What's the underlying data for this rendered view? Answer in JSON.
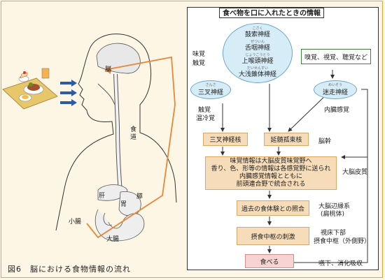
{
  "caption": "図6　脳における食物情報の流れ",
  "anatomy": {
    "brain": "脳",
    "esophagus": "食道",
    "liver": "肝",
    "stomach": "胃",
    "pancreas": "膵",
    "small_intestine": "小腸",
    "large_intestine": "大腸"
  },
  "panel": {
    "title": "食べ物を口に入れたときの情報",
    "taste_label_1": "味覚",
    "taste_label_2": "触覚",
    "cranial_nerves": [
      {
        "ruby": "こさく",
        "name": "鼓索神経"
      },
      {
        "ruby": "ぜついん",
        "name": "舌咽神経"
      },
      {
        "ruby": "じょうこうとう",
        "name": "上喉頭神経"
      },
      {
        "ruby": "だいせんすい",
        "name": "大浅錐体神経"
      }
    ],
    "senses": "嗅覚、視覚、聴覚など",
    "trigeminal_ruby": "さんさ",
    "trigeminal": "三叉神経",
    "trigeminal_sub_1": "触覚",
    "trigeminal_sub_2": "温冷覚",
    "vagus_ruby": "めいそう",
    "vagus": "迷走神経",
    "visceral": "内臓感覚",
    "nucleus_trigeminal": "三叉神経核",
    "nucleus_solitary": "延髄孤束核",
    "brainstem": "脳幹",
    "cortex_lines": [
      "味覚情報は大脳皮質味覚野へ",
      "香り、色、形等の情報は各感覚野に送られ",
      "内臓感覚情報とともに",
      "前頭連合野で統合される"
    ],
    "cerebral_cortex": "大脳皮質",
    "memory": "過去の食体験との照合",
    "limbic_1": "大脳辺縁系",
    "limbic_2": "(扁桃体)",
    "feeding_center": "摂食中枢の刺激",
    "hypothalamus_1": "視床下部",
    "hypothalamus_2": "摂食中枢（外側野）",
    "eat": "食べる",
    "swallow": "嚥下、消化吸収"
  }
}
